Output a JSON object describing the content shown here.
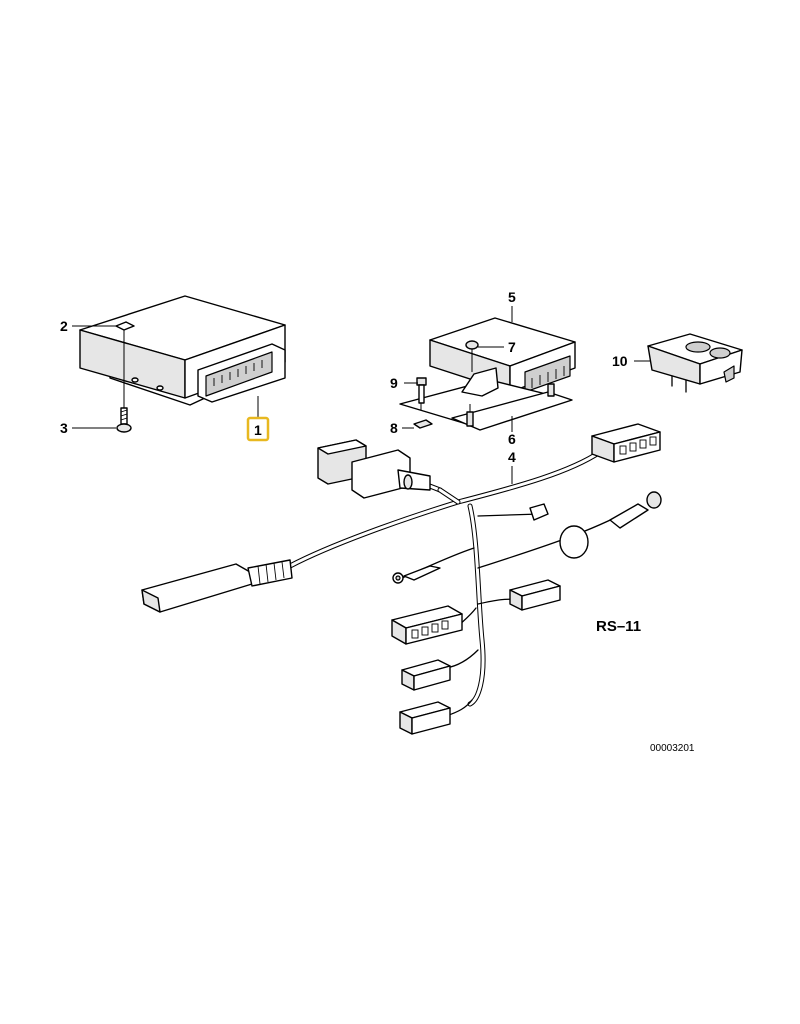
{
  "callouts": {
    "c1": "1",
    "c2": "2",
    "c3": "3",
    "c4": "4",
    "c5": "5",
    "c6": "6",
    "c7": "7",
    "c8": "8",
    "c9": "9",
    "c10": "10"
  },
  "figure_code": "RS–11",
  "drawing_number": "00003201",
  "highlight_color": "#e8b820"
}
